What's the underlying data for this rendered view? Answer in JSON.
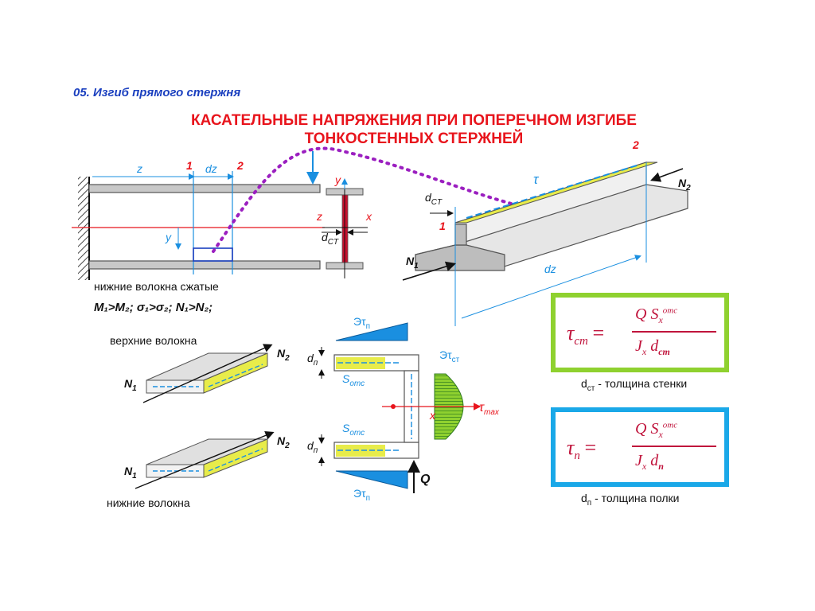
{
  "header": {
    "subtitle": "05. Изгиб прямого стержня",
    "title_line1": "КАСАТЕЛЬНЫЕ НАПРЯЖЕНИЯ ПРИ ПОПЕРЕЧНОМ ИЗГИБЕ",
    "title_line2": "ТОНКОСТЕННЫХ СТЕРЖНЕЙ"
  },
  "beam": {
    "z": "z",
    "dz": "dz",
    "sec1": "1",
    "sec2": "2",
    "y": "y",
    "y_axis": "y",
    "z_axis": "z",
    "x_axis": "x",
    "dct": "d",
    "dct_sub": "CT"
  },
  "notes": {
    "compressed": "нижние волокна сжатые",
    "relation": "M₁>M₂;   σ₁>σ₂;   N₁>N₂;"
  },
  "tee": {
    "sec1": "1",
    "sec2": "2",
    "tau": "τ",
    "dct": "d",
    "dct_sub": "CT",
    "n1": "N",
    "n1_sub": "1",
    "n2": "N",
    "n2_sub": "2",
    "dz": "dz"
  },
  "fibres": {
    "upper": "верхние волокна",
    "lower": "нижние волокна",
    "n1": "N",
    "n1_sub": "1",
    "n2": "N",
    "n2_sub": "2"
  },
  "channel": {
    "ep_top": "Эτ",
    "ep_top_sub": "п",
    "ep_bottom": "Эτ",
    "ep_bottom_sub": "п",
    "ect": "Эτ",
    "ect_sub": "ст",
    "dp": "d",
    "dp_sub": "п",
    "somc": "S",
    "somc_sub": "отс",
    "tmax": "τ",
    "tmax_sub": "max",
    "x": "x",
    "q": "Q"
  },
  "formulas": {
    "web": {
      "lhs": "τ",
      "lhs_sub": "ст",
      "num": "Q S",
      "num_sup": "отс",
      "num_sub": "x",
      "den": "J",
      "den_sub1": "x",
      "den_d": "d",
      "den_sub2": "ст"
    },
    "flange": {
      "lhs": "τ",
      "lhs_sub": "п",
      "num": "Q S",
      "num_sup": "отс",
      "num_sub": "x",
      "den": "J",
      "den_sub1": "x",
      "den_d": "d",
      "den_sub2": "п"
    },
    "web_caption": "d",
    "web_caption_sub": "ст",
    "web_caption_rest": " - толщина стенки",
    "flange_caption": "d",
    "flange_caption_sub": "п",
    "flange_caption_rest": " - толщина полки"
  },
  "colors": {
    "title": "#e8141c",
    "subtitle": "#1a3fbf",
    "accent_blue": "#1a8fe0",
    "yellow": "#e8ec4a",
    "green": "#2f9a2f",
    "purple": "#9b1fc0",
    "frame_green": "#8fd12f",
    "frame_blue": "#1aa8e8"
  }
}
